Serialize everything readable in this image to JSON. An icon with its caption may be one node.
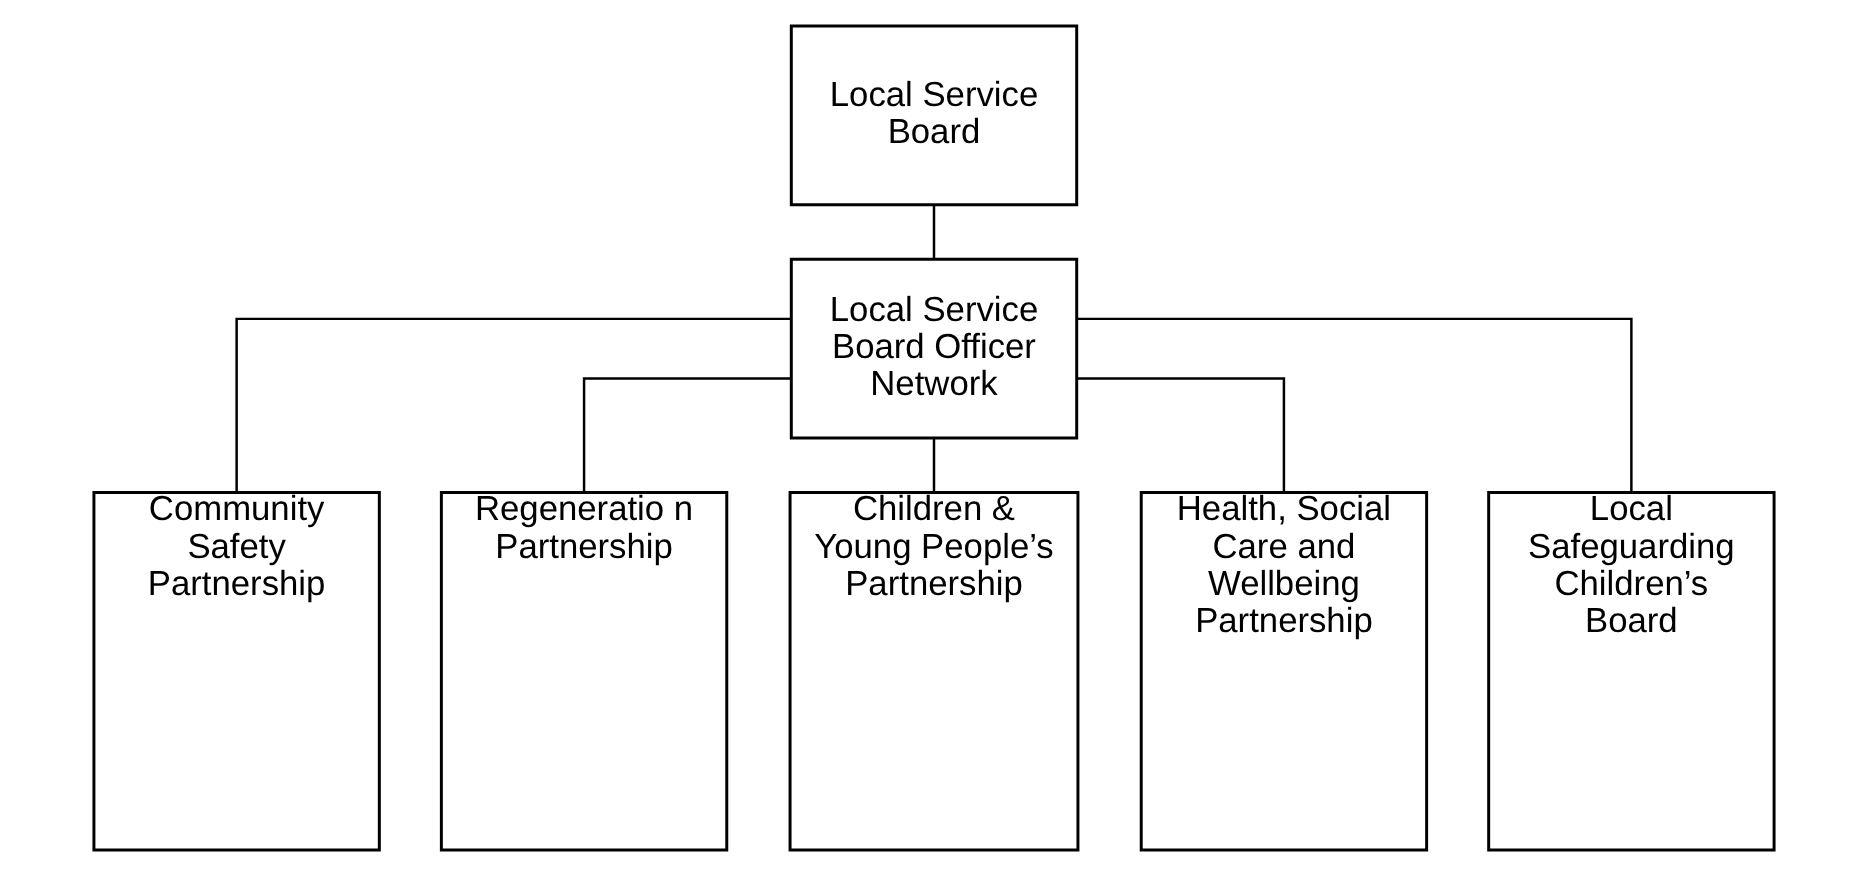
{
  "diagram": {
    "nodes": [
      {
        "text": [
          "Local Service Board"
        ]
      },
      {
        "text": [
          "Local Service Board Officer Network"
        ]
      },
      {
        "text": [
          "Community Safety Partnership"
        ]
      },
      {
        "text": [
          "Regeneratio n Partnership"
        ]
      },
      {
        "text": [
          "Children & Young People’s Partnership"
        ]
      },
      {
        "text": [
          "Health, Social Care and Wellbeing Partnership"
        ]
      },
      {
        "text": [
          "Local Safeguarding Children’s Board"
        ]
      }
    ],
    "edges": [
      {
        "from": 0,
        "to": 1,
        "arrow": "none"
      },
      {
        "from": 1,
        "to": 2,
        "arrow": "none"
      },
      {
        "from": 1,
        "to": 3,
        "arrow": "none"
      },
      {
        "from": 1,
        "to": 4,
        "arrow": "none"
      },
      {
        "from": 1,
        "to": 5,
        "arrow": "none"
      },
      {
        "from": 1,
        "to": 6,
        "arrow": "none"
      }
    ]
  }
}
